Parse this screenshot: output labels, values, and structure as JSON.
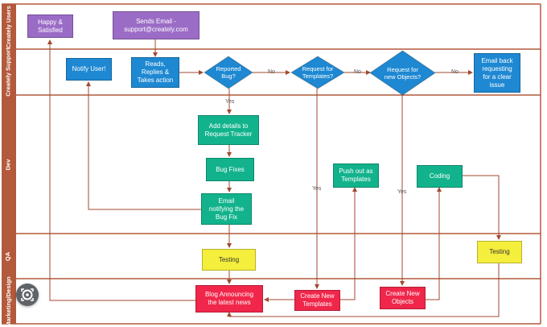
{
  "lanes": [
    {
      "label": "Creately Users"
    },
    {
      "label": "Creately Support"
    },
    {
      "label": "Dev"
    },
    {
      "label": "QA"
    },
    {
      "label": "Marketing/Design"
    }
  ],
  "nodes": {
    "happy": "Happy &\nSatisfied",
    "sends_email": "Sends Email -\nsupport@creately.com",
    "notify_user": "Notify User!",
    "reads": "Reads,\nReplies &\nTakes action",
    "reported_bug": "Reported\nBug?",
    "request_templates": "Request for\nTemplates?",
    "request_objects": "Request for\nnew Objects?",
    "email_back": "Email back\nrequesting\nfor a clear\nissue",
    "add_details": "Add details to\nRequest Tracker",
    "bug_fixes": "Bug Fixes",
    "email_notify": "Email\nnotifying the\nBug Fix",
    "push_templates": "Push out as\nTemplates",
    "coding": "Coding",
    "testing_left": "Testing",
    "testing_right": "Testing",
    "blog": "Blog Announcing\nthe latest news",
    "create_templates": "Create New\nTemplates",
    "create_objects": "Create New\nObjects"
  },
  "edge_labels": {
    "no1": "No",
    "no2": "No",
    "no3": "No",
    "yes_bug": "Yes",
    "yes_templates": "Yes",
    "yes_objects": "Yes"
  },
  "colors": {
    "lane": "#b35a3c",
    "connector": "#a04a30",
    "purple": "#9b6cc6",
    "blue": "#1e88d2",
    "green": "#12b38c",
    "yellow": "#f4ee3c",
    "red": "#f0264a"
  },
  "overlay": {
    "icon": "lens-search-icon"
  }
}
